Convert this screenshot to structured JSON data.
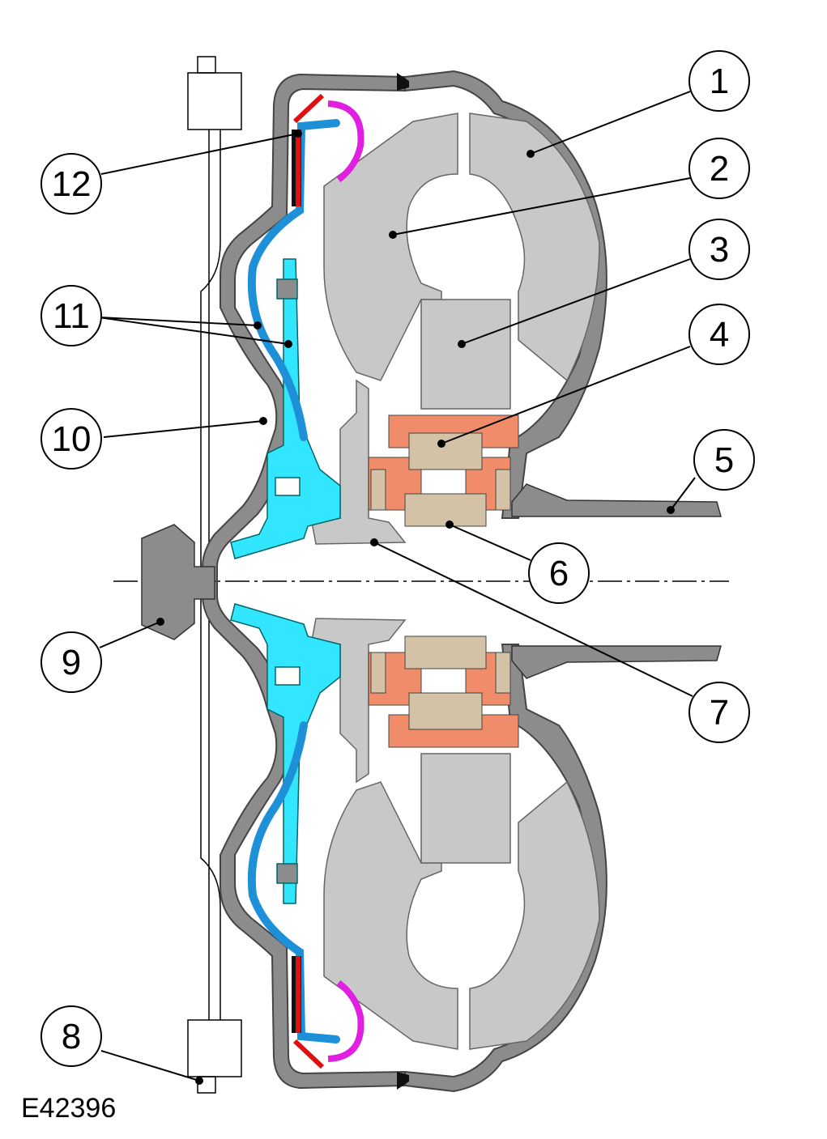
{
  "figure_id": "E42396",
  "colors": {
    "housing": "#8c8c8c",
    "housing_outline": "#555555",
    "turbine_impeller": "#c8c8c8",
    "piston_blue": "#1e90d8",
    "damper_cyan": "#33e6ff",
    "clutch_red": "#e01010",
    "spring_magenta": "#e020e0",
    "bearing_salmon": "#f08c6a",
    "race_tan": "#d4c2a6"
  },
  "callouts": [
    {
      "label": "1"
    },
    {
      "label": "2"
    },
    {
      "label": "3"
    },
    {
      "label": "4"
    },
    {
      "label": "5"
    },
    {
      "label": "6"
    },
    {
      "label": "7"
    },
    {
      "label": "8"
    },
    {
      "label": "9"
    },
    {
      "label": "10"
    },
    {
      "label": "11"
    },
    {
      "label": "12"
    }
  ]
}
